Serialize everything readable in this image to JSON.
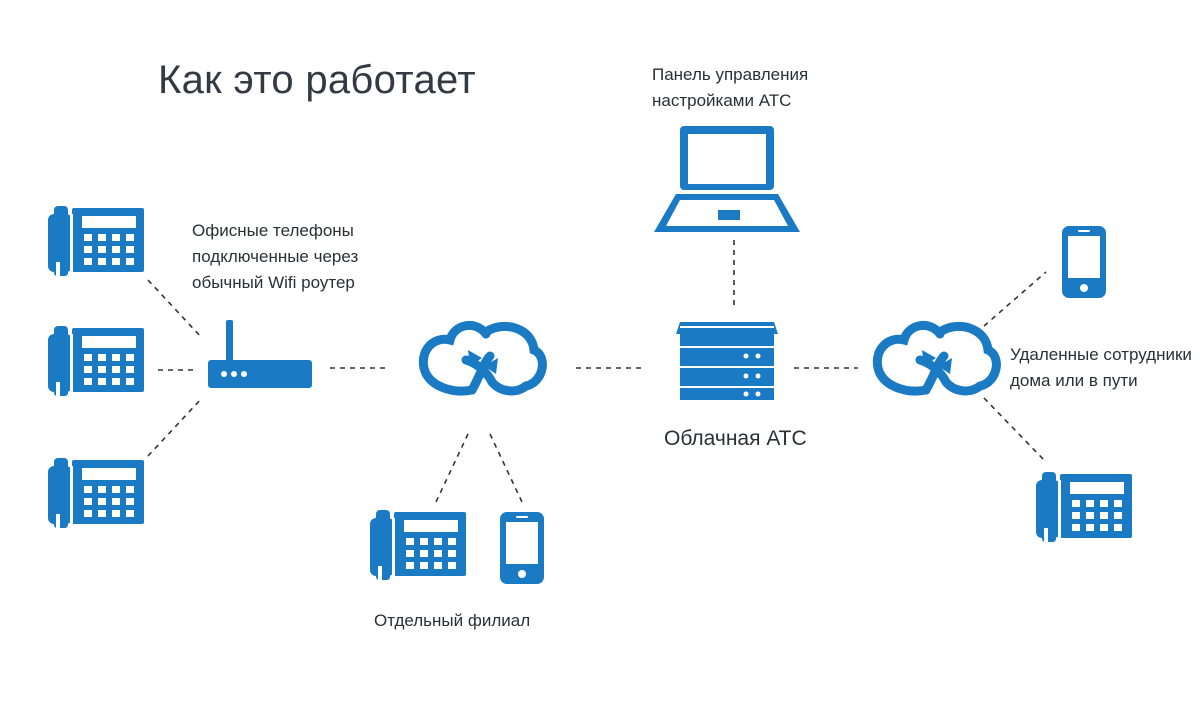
{
  "title": "Как это работает",
  "labels": {
    "office_phones": [
      "Офисные телефоны",
      "подключенные через",
      "обычный Wifi роутер"
    ],
    "control_panel": [
      "Панель управления",
      "настройками АТС"
    ],
    "cloud_pbx": "Облачная АТС",
    "remote_staff": [
      "Удаленные сотрудники",
      "дома или в пути"
    ],
    "branch": "Отдельный филиал"
  },
  "colors": {
    "icon": "#1a7ac3",
    "text": "#2b2f36",
    "connector": "#333333"
  },
  "icons": [
    "desk-phone-icon",
    "router-icon",
    "cloud-icon",
    "laptop-icon",
    "server-icon",
    "smartphone-icon"
  ]
}
